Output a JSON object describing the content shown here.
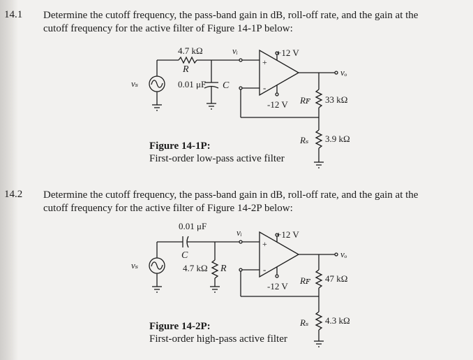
{
  "problems": [
    {
      "number": "14.1",
      "line1": "Determine the cutoff frequency, the pass-band gain in dB, roll-off rate, and the gain at the",
      "line2": "cutoff frequency for the active filter of Figure 14-1P below:",
      "figure": {
        "title": "Figure 14-1P:",
        "subtitle": "First-order low-pass active filter",
        "labels": {
          "r_value": "4.7 kΩ",
          "r_name": "R",
          "c_value": "0.01 μF",
          "c_name": "C",
          "vi": "vᵢ",
          "vs": "vₛ",
          "vo": "vₒ",
          "vpos": "+12 V",
          "vneg": "-12 V",
          "plus": "+",
          "minus": "-",
          "rf_name": "Rꜰ",
          "rf_value": "33 kΩ",
          "rs_name": "Rₛ",
          "rs_value": "3.9 kΩ"
        }
      }
    },
    {
      "number": "14.2",
      "line1": "Determine the cutoff frequency, the pass-band gain in dB, roll-off rate, and the gain at the",
      "line2": "cutoff frequency for the active filter of Figure 14-2P below:",
      "figure": {
        "title": "Figure 14-2P:",
        "subtitle": "First-order high-pass active filter",
        "labels": {
          "c_value": "0.01 μF",
          "c_name": "C",
          "r_value": "4.7 kΩ",
          "r_name": "R",
          "vi": "vᵢ",
          "vs": "vₛ",
          "vo": "vₒ",
          "vpos": "+12 V",
          "vneg": "-12 V",
          "plus": "+",
          "minus": "-",
          "rf_name": "Rꜰ",
          "rf_value": "47 kΩ",
          "rs_name": "Rₛ",
          "rs_value": "4.3 kΩ"
        }
      }
    }
  ]
}
